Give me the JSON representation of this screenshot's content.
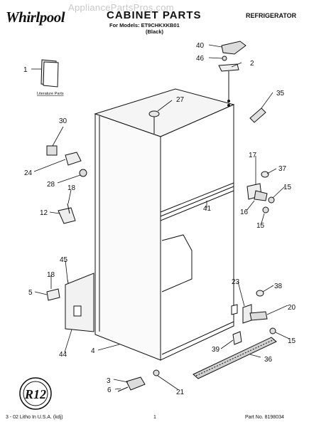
{
  "header": {
    "brand": "Whirlpool",
    "watermark": "AppliancePartsPros.com",
    "title": "CABINET PARTS",
    "models_line": "For Models: ET9CHKXKB01",
    "color_line": "(Black)",
    "category": "REFRIGERATOR"
  },
  "literature_caption": "Literature Parts",
  "callouts": [
    "1",
    "2",
    "3",
    "4",
    "5",
    "6",
    "12",
    "15",
    "15",
    "15",
    "16",
    "17",
    "18",
    "18",
    "20",
    "21",
    "23",
    "24",
    "27",
    "28",
    "30",
    "35",
    "36",
    "37",
    "38",
    "39",
    "40",
    "41",
    "44",
    "45",
    "46"
  ],
  "badge_text": "R12",
  "footer": {
    "left": "3 - 02 Litho In U.S.A. (kdj)",
    "center": "1",
    "right": "Part No. 8198034"
  }
}
